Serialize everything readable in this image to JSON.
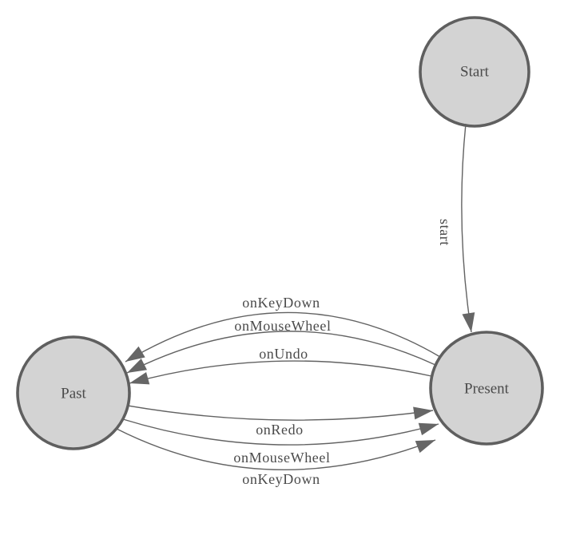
{
  "diagram": {
    "kind": "finite-state-machine",
    "background_color": "#ffffff",
    "colors": {
      "node_fill": "#d3d3d3",
      "node_stroke": "#5f5f5f",
      "edge_stroke": "#626262",
      "arrowhead_fill": "#666666",
      "label_text": "#4a4a4a"
    },
    "nodes": [
      {
        "id": "start",
        "label": "Start"
      },
      {
        "id": "present",
        "label": "Present"
      },
      {
        "id": "past",
        "label": "Past"
      }
    ],
    "edges": [
      {
        "from": "start",
        "to": "present",
        "label": "start"
      },
      {
        "from": "present",
        "to": "past",
        "label": "onKeyDown"
      },
      {
        "from": "present",
        "to": "past",
        "label": "onMouseWheel"
      },
      {
        "from": "present",
        "to": "past",
        "label": "onUndo"
      },
      {
        "from": "past",
        "to": "present",
        "label": "onRedo"
      },
      {
        "from": "past",
        "to": "present",
        "label": "onMouseWheel"
      },
      {
        "from": "past",
        "to": "present",
        "label": "onKeyDown"
      }
    ]
  }
}
